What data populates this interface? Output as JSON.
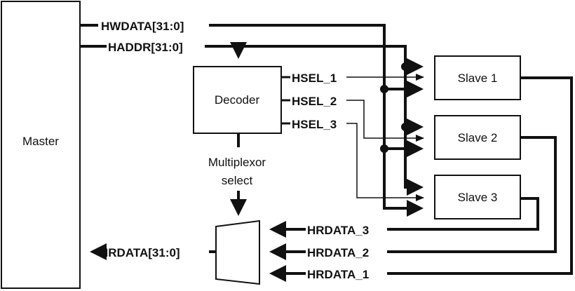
{
  "blocks": {
    "master": "Master",
    "decoder": "Decoder",
    "slave_1": "Slave 1",
    "slave_2": "Slave 2",
    "slave_3": "Slave 3"
  },
  "signals": {
    "hwdata": "HWDATA[31:0]",
    "haddr": "HADDR[31:0]",
    "hsel_1": "HSEL_1",
    "hsel_2": "HSEL_2",
    "hsel_3": "HSEL_3",
    "hrdata_3": "HRDATA_3",
    "hrdata_2": "HRDATA_2",
    "hrdata_1": "HRDATA_1",
    "hrdata_out": "HRDATA[31:0]"
  },
  "notes": {
    "mux_select_line1": "Multiplexor",
    "mux_select_line2": "select"
  },
  "colors": {
    "line": "#111111",
    "box_border": "#111111",
    "box_fill": "#ffffff"
  }
}
